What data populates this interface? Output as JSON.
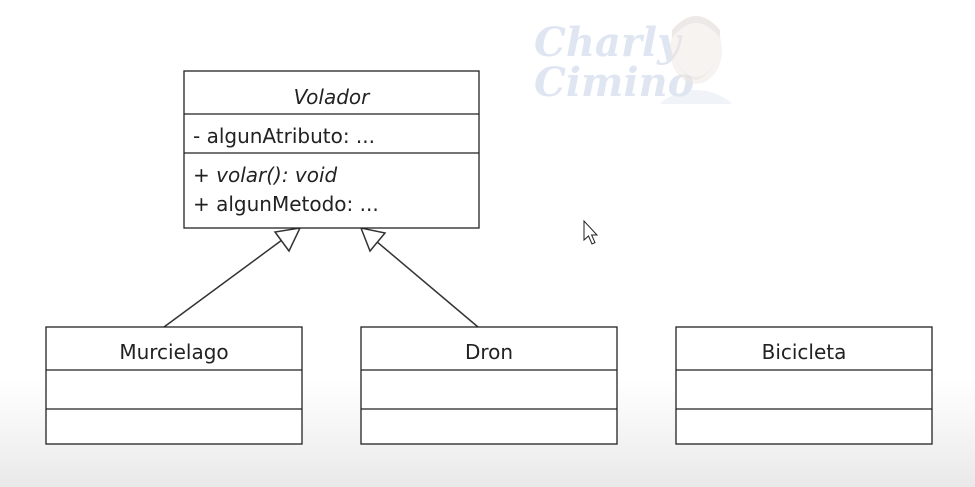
{
  "watermark": {
    "line1": "Charly",
    "line2": "Cimino"
  },
  "classes": {
    "volador": {
      "name": "Volador",
      "attributes": [
        "- algunAtributo: ..."
      ],
      "methods": [
        "+ volar(): void",
        "+ algunMetodo: ..."
      ]
    },
    "murcielago": {
      "name": "Murcielago"
    },
    "dron": {
      "name": "Dron"
    },
    "bicicleta": {
      "name": "Bicicleta"
    }
  },
  "relations": [
    {
      "type": "realization",
      "from": "Murcielago",
      "to": "Volador"
    },
    {
      "type": "realization",
      "from": "Dron",
      "to": "Volador"
    }
  ]
}
